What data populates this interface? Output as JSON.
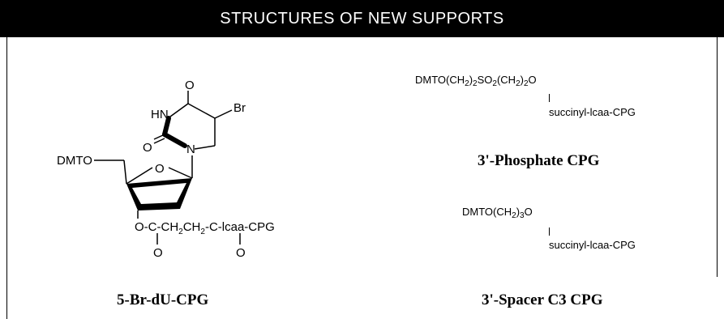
{
  "header": {
    "title": "STRUCTURES OF NEW SUPPORTS"
  },
  "brdu": {
    "caption": "5-Br-dU-CPG",
    "labels": {
      "o_top": "O",
      "hn": "HN",
      "br": "Br",
      "o_left": "O",
      "n": "N",
      "dmto": "DMTO",
      "o_ring": "O",
      "chain_pre": "O-C-CH",
      "sub2a": "2",
      "chain_mid": "CH",
      "sub2b": "2",
      "chain_post": "-C-lcaa-CPG",
      "o_carb1": "O",
      "o_carb2": "O"
    }
  },
  "phosphate": {
    "formula_parts": [
      "DMTO(CH",
      "2",
      ")",
      "2",
      "SO",
      "2",
      "(CH",
      "2",
      ")",
      "2",
      "O"
    ],
    "linker": "succinyl-lcaa-CPG",
    "caption": "3'-Phosphate CPG"
  },
  "spacer": {
    "formula_parts": [
      "DMTO(CH",
      "2",
      ")",
      "3",
      "O"
    ],
    "linker": "succinyl-lcaa-CPG",
    "caption": "3'-Spacer C3 CPG"
  }
}
